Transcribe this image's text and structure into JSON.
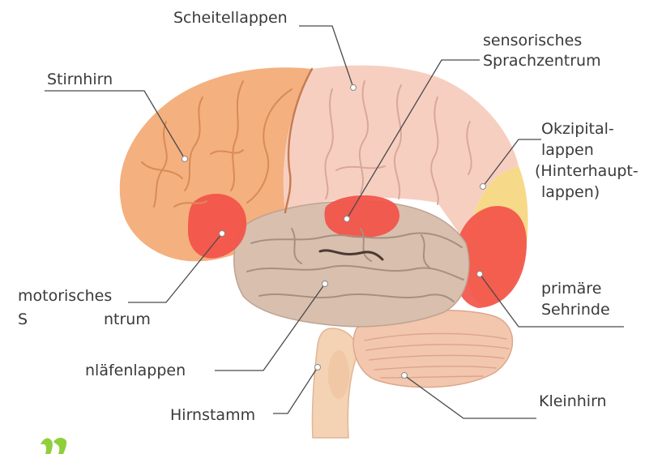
{
  "diagram": {
    "labels": {
      "scheitellappen": "Scheitellappen",
      "stirnhirn": "Stirnhirn",
      "sprach_sens_1": "sensorisches",
      "sprach_sens_2": "Sprachzentrum",
      "okz_1": "Okzipital-",
      "okz_2": "lappen",
      "okz_3": "(Hinterhaupt-",
      "okz_4": "lappen)",
      "motor_1": "motorisches",
      "motor_2a": "S",
      "motor_2b": "ntrum",
      "primaer_1": "primäre",
      "primaer_2": "Sehrinde",
      "schlaefen": "nläfenlappen",
      "hirnstamm": "Hirnstamm",
      "kleinhirn": "Kleinhirn"
    },
    "colors": {
      "frontal": "#f4b07e",
      "parietal": "#f6cfc1",
      "temporal": "#d8bfae",
      "occipital": "#f7d98a",
      "highlight": "#f2544a",
      "cerebellum": "#f2c7ae",
      "brainstem": "#f4d2b4",
      "logo": "#8fcf3a"
    },
    "icons": {
      "logo": "logo-mark-icon"
    }
  }
}
